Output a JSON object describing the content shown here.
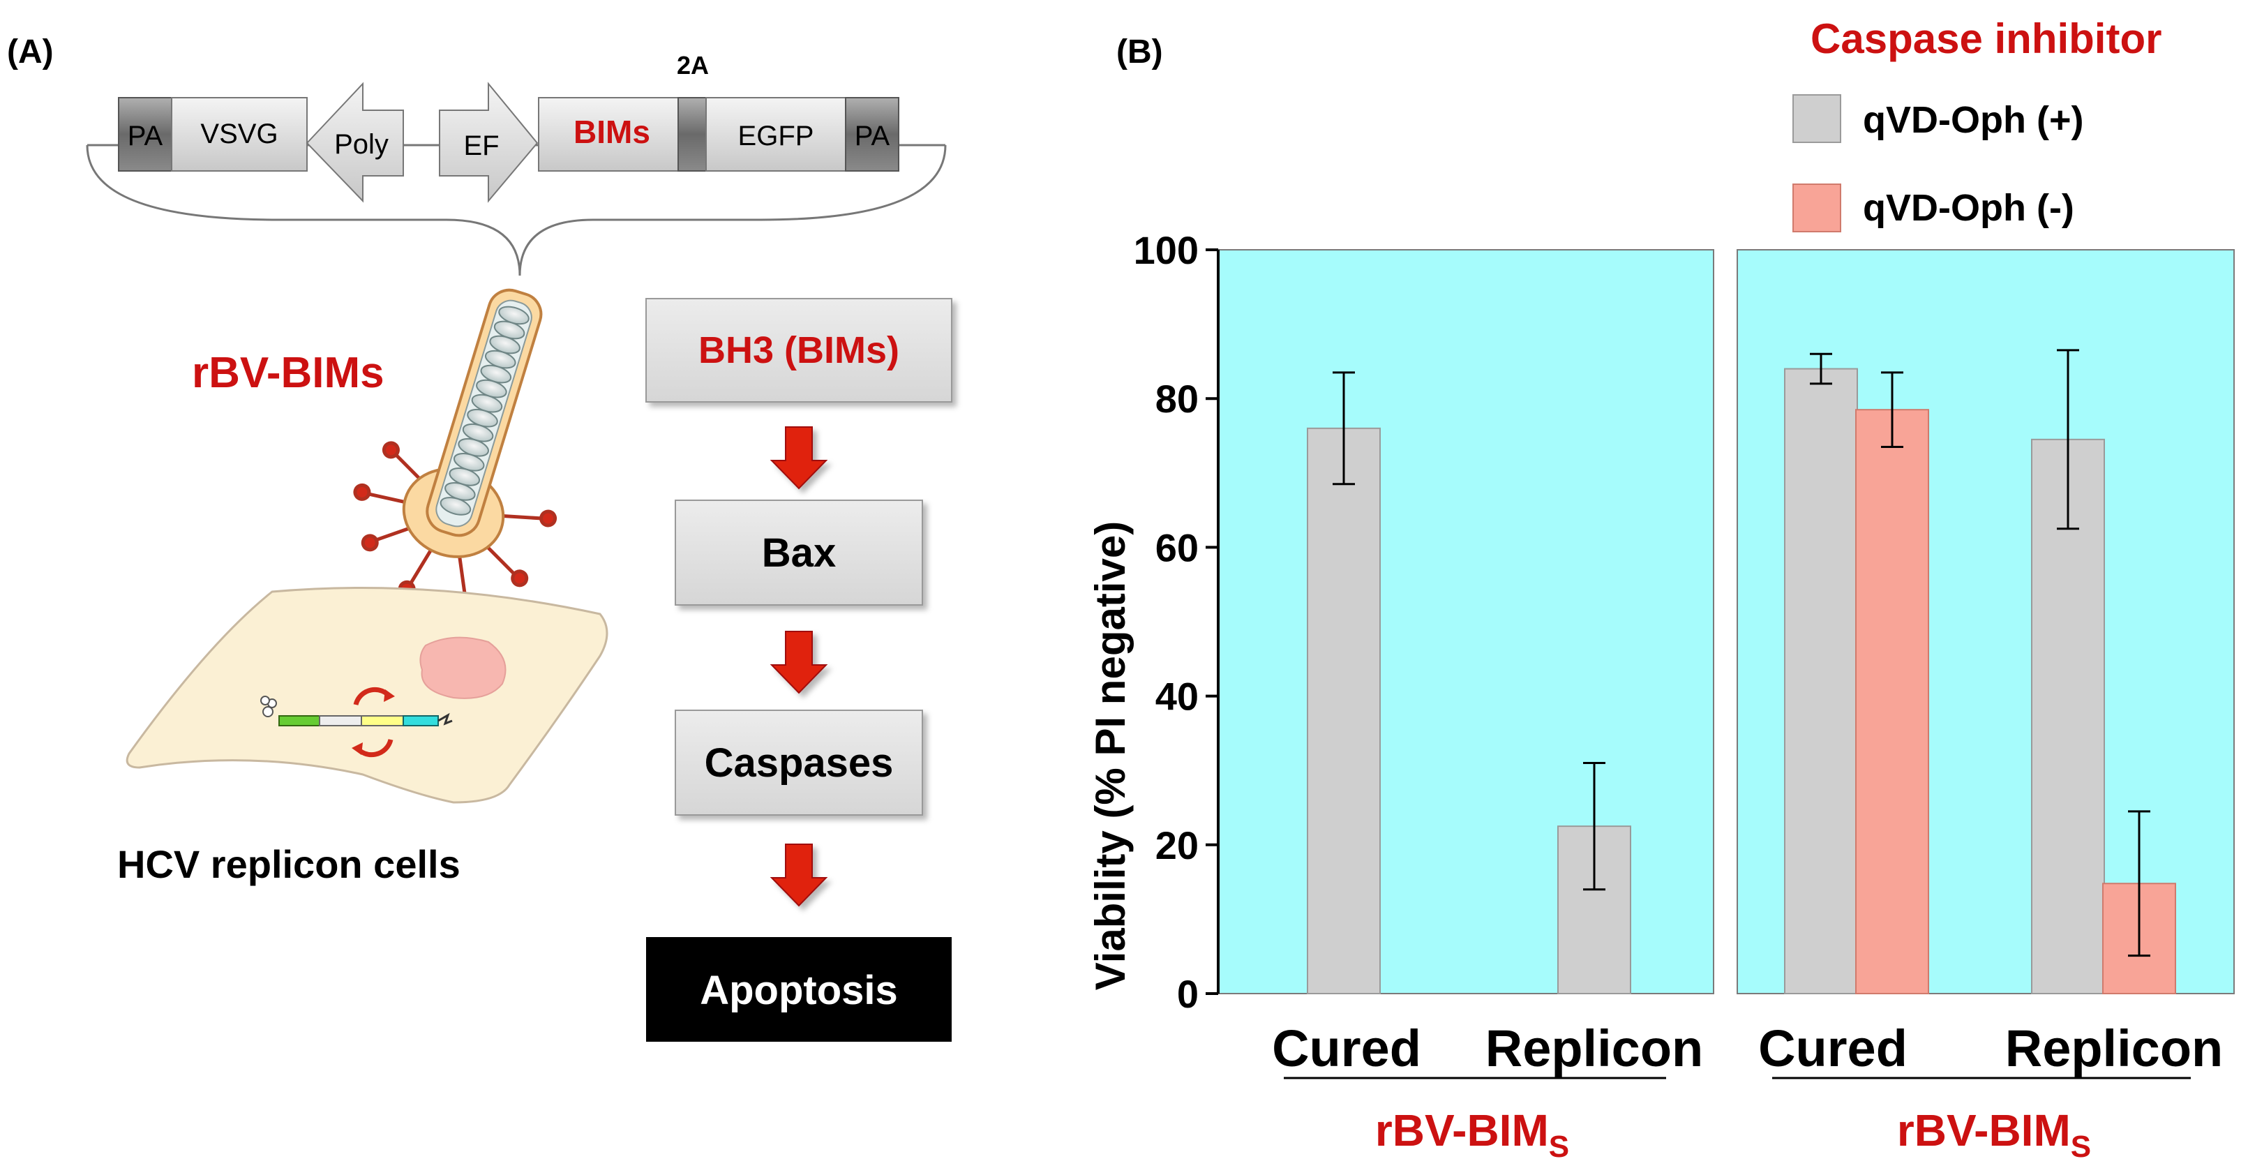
{
  "panel_a": {
    "label": "(A)",
    "construct": {
      "pa_left": "PA",
      "vsvg": "VSVG",
      "poly": "Poly",
      "ef": "EF",
      "bims": "BIMs",
      "p2a": "2A",
      "egfp": "EGFP",
      "pa_right": "PA"
    },
    "virus_label": "rBV-BIMs",
    "cell_label": "HCV replicon cells",
    "pathway": [
      "BH3 (BIMs)",
      "Bax",
      "Caspases",
      "Apoptosis"
    ]
  },
  "panel_b": {
    "label": "(B)"
  },
  "colors": {
    "accent_red": "#cc1111",
    "plot_bg": "#a6fcfc",
    "bar_plus": "#cfcfcf",
    "bar_minus": "#f8a497",
    "arrow_red": "#e02010"
  },
  "chart_data": {
    "type": "bar",
    "ylabel": "Viability (% PI negative)",
    "ylim": [
      0,
      100
    ],
    "yticks": [
      0,
      20,
      40,
      60,
      80,
      100
    ],
    "legend": {
      "title": "Caspase inhibitor",
      "entries": [
        "qVD-Oph (+)",
        "qVD-Oph (-)"
      ],
      "placement": "top-right"
    },
    "panels": [
      {
        "group_label": "rBV-BIM",
        "group_label_sub": "S",
        "categories": [
          "Cured",
          "Replicon"
        ],
        "series": [
          {
            "name": "qVD-Oph (+)",
            "values": [
              76,
              22.5
            ],
            "errors": [
              7.5,
              8.5
            ]
          }
        ]
      },
      {
        "group_label": "rBV-BIM",
        "group_label_sub": "S",
        "categories": [
          "Cured",
          "Replicon"
        ],
        "series": [
          {
            "name": "qVD-Oph (+)",
            "values": [
              84,
              74.5
            ],
            "errors": [
              2,
              12
            ]
          },
          {
            "name": "qVD-Oph (-)",
            "values": [
              78.5,
              14.8
            ],
            "errors": [
              5,
              9.7
            ]
          }
        ]
      }
    ]
  }
}
